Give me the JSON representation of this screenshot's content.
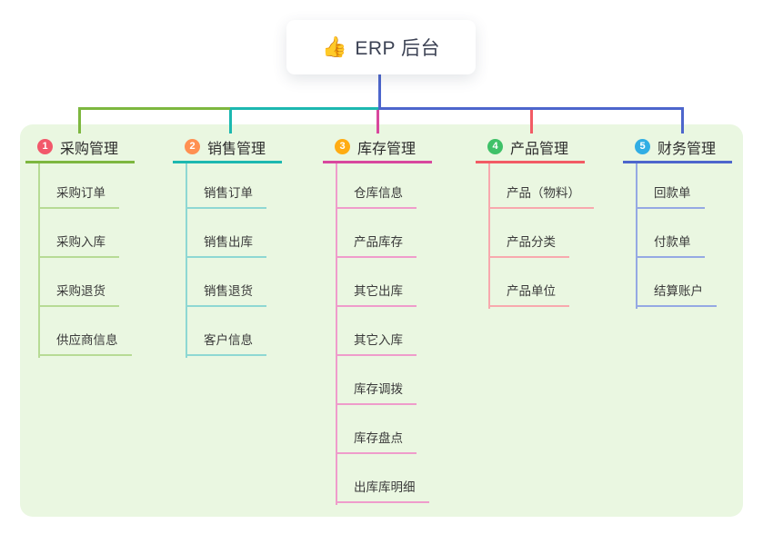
{
  "root": {
    "icon": "👍",
    "title": "ERP 后台"
  },
  "colors": {
    "page_background": "#ffffff",
    "panel_background": "#eaf7e1",
    "root_line": "#4d66cc"
  },
  "branches": [
    {
      "num": "1",
      "label": "采购管理",
      "badge_color": "#f2586b",
      "line_color": "#7db73f",
      "light_line_color": "#b7db95",
      "children": [
        "采购订单",
        "采购入库",
        "采购退货",
        "供应商信息"
      ]
    },
    {
      "num": "2",
      "label": "销售管理",
      "badge_color": "#ff9051",
      "line_color": "#1cb8b0",
      "light_line_color": "#8ed8d3",
      "children": [
        "销售订单",
        "销售出库",
        "销售退货",
        "客户信息"
      ]
    },
    {
      "num": "3",
      "label": "库存管理",
      "badge_color": "#ffac13",
      "line_color": "#d8479e",
      "light_line_color": "#ef9ccb",
      "children": [
        "仓库信息",
        "产品库存",
        "其它出库",
        "其它入库",
        "库存调拨",
        "库存盘点",
        "出库库明细"
      ]
    },
    {
      "num": "4",
      "label": "产品管理",
      "badge_color": "#3fc168",
      "line_color": "#f25b64",
      "light_line_color": "#f8a9ae",
      "children": [
        "产品（物料）",
        "产品分类",
        "产品单位"
      ]
    },
    {
      "num": "5",
      "label": "财务管理",
      "badge_color": "#31aee4",
      "line_color": "#4d66cc",
      "light_line_color": "#95a9e3",
      "children": [
        "回款单",
        "付款单",
        "结算账户"
      ]
    }
  ]
}
